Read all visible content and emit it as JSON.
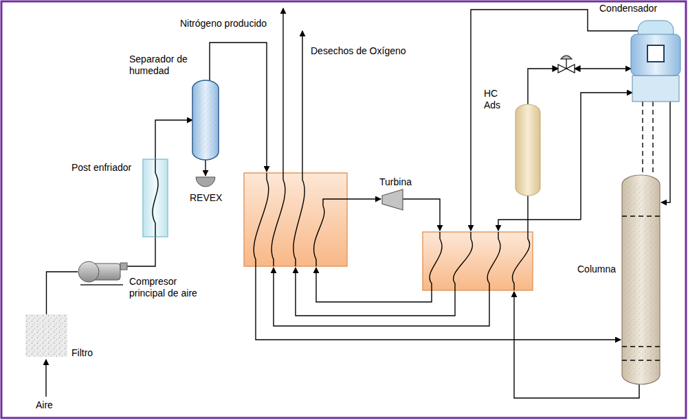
{
  "diagram": {
    "nodes": [
      {
        "text": [
          "Filtro"
        ]
      },
      {
        "text": [
          "Compresor principal de aire"
        ]
      },
      {
        "text": [
          "Post enfriador"
        ]
      },
      {
        "text": [
          "Separador de humedad"
        ]
      },
      {
        "text": [
          "REVEX"
        ]
      },
      {
        "text": [
          "Turbina"
        ]
      },
      {
        "text": [
          "HC Ads"
        ]
      },
      {
        "text": [
          "Condensador"
        ]
      },
      {
        "text": [
          "Columna"
        ]
      }
    ],
    "edges": [
      {
        "from": 0,
        "to": 1,
        "arrow": "none"
      },
      {
        "from": 1,
        "to": 2,
        "arrow": "none"
      },
      {
        "from": 2,
        "to": 3,
        "arrow": "to"
      },
      {
        "from": 3,
        "to": 4,
        "arrow": "to"
      },
      {
        "from": 6,
        "to": 7,
        "arrow": "to"
      },
      {
        "from": 7,
        "to": 8,
        "arrow": "none"
      }
    ],
    "labels": [
      "Aire",
      "Nitrógeno producido",
      "Desechos de Oxígeno"
    ]
  }
}
